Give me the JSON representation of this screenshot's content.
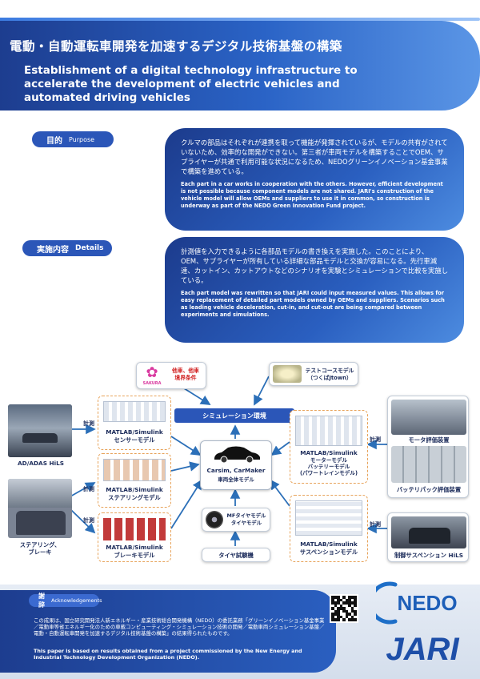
{
  "header": {
    "title_jp": "電動・自動運転車開発を加速するデジタル技術基盤の構築",
    "title_en": "Establishment of a digital technology infrastructure to accelerate the development of electric vehicles and automated driving vehicles"
  },
  "purpose": {
    "tag_jp": "目的",
    "tag_en": "Purpose",
    "text_jp": "クルマの部品はそれぞれが連携を取って機能が発揮されているが、モデルの共有がされていないため、効率的な開発ができない。第三者が車両モデルを構築することでOEM、サプライヤーが共通で利用可能な状況になるため、NEDOグリーンイノベーション基金事業で構築を進めている。",
    "text_en": "Each part in a car works in cooperation with the others. However, efficient development is not possible because component models are not shared. JARI's construction of the vehicle model will allow OEMs and suppliers to use it in common, so construction is underway as part of the NEDO Green Innovation Fund project."
  },
  "details": {
    "tag_jp": "実施内容",
    "tag_en": "Details",
    "text_jp": "計測値を入力できるように各部品モデルの書き換えを実施した。このことにより、OEM、サプライヤーが所有している詳細な部品モデルと交換が容易になる。先行車減速、カットイン、カットアウトなどのシナリオを実験とシミュレーションで比較を実施している。",
    "text_en": "Each part model was rewritten so that JARI could input measured values. This allows for easy replacement of detailed part models owned by OEMs and suppliers. Scenarios such as leading vehicle deceleration, cut-in, and cut-out are being compared between experiments and simulations."
  },
  "diagram": {
    "sakura_label": "SAKURA",
    "other_vehicles": "他車、他車\n境界条件",
    "test_course": "テストコースモデル\n（つくばJtown）",
    "sim_env": "シミュレーション環境",
    "carsim": "Carsim, CarMaker",
    "vehicle_model": "車両全体モデル",
    "tire_model": "MFタイヤモデル\nタイヤモデル",
    "tire_test": "タイヤ試験機",
    "sensor_model_a": "MATLAB/Simulink",
    "sensor_model_b": "センサーモデル",
    "steering_model_a": "MATLAB/Simulink",
    "steering_model_b": "ステアリングモデル",
    "brake_model_a": "MATLAB/Simulink",
    "brake_model_b": "ブレーキモデル",
    "motor_model_a": "MATLAB/Simulink",
    "motor_model_b": "モーターモデル\nバッテリーモデル\n(パワートレインモデル)",
    "suspension_model_a": "MATLAB/Simulink",
    "suspension_model_b": "サスペンションモデル",
    "adas_hils": "AD/ADAS HiLS",
    "steering_brake": "ステアリング、\nブレーキ",
    "motor_eval": "モータ評価装置",
    "battery_eval": "バッテリパック評価装置",
    "suspension_hils": "制御サスペンション HiLS",
    "measure": "計測"
  },
  "ack": {
    "tag_jp": "謝辞",
    "tag_en": "Acknowledgements",
    "text_jp": "この成果は、国立研究開発法人新エネルギー・産業技術総合開発機構（NEDO）の委託業務「グリーンイノベーション基金事業／電動車等省エネルギー化のための車載コンピューティング・シミュレーション技術の開発／電動車両シミュレーション基盤／電動・自動運転車開発を加速するデジタル技術基盤の構築」の結果得られたものです。",
    "text_en": "This paper is based on results obtained from a project commissioned by the New Energy and Industrial Technology Development Organization (NEDO).",
    "nedo": "NEDO",
    "jari": "JARI"
  },
  "colors": {
    "primary": "#2a5fc0",
    "dark": "#1d3d8f",
    "arrow": "#2b6fb8",
    "dashed": "#e7a35a"
  }
}
